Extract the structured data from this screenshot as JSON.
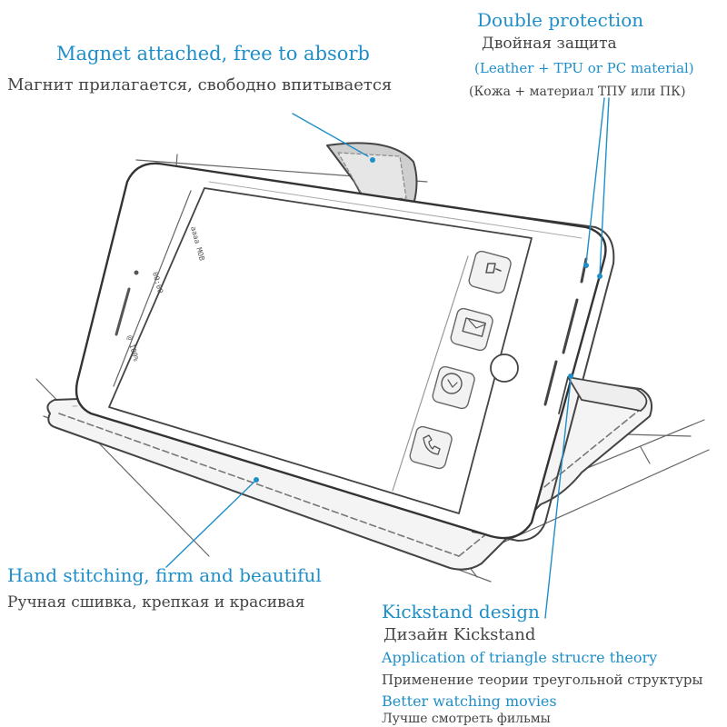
{
  "colors": {
    "accent": "#1f8fc9",
    "text": "#444444",
    "sketch": "#555555"
  },
  "callouts": {
    "magnet": {
      "title": "Magnet attached, free to absorb",
      "subtitle": "Магнит прилагается, свободно впитывается"
    },
    "protection": {
      "title": "Double protection",
      "subtitle": "Двойная защита",
      "material": "(Leather + TPU or PC material)",
      "material_ru": "(Кожа + материал ТПУ или ПК)"
    },
    "stitching": {
      "title": "Hand stitching, firm and beautiful",
      "subtitle": "Ручная сшивка, крепкая и красивая"
    },
    "kickstand": {
      "title": "Kickstand design",
      "subtitle": "Дизайн Kickstand",
      "theory": "Application of triangle strucre theory",
      "theory_ru": "Применение теории треугольной структуры",
      "movies": "Better watching movies",
      "movies_ru": "Лучше смотреть фильмы"
    }
  },
  "icons": [
    "contacts-icon",
    "mail-icon",
    "compass-icon",
    "phone-icon"
  ]
}
